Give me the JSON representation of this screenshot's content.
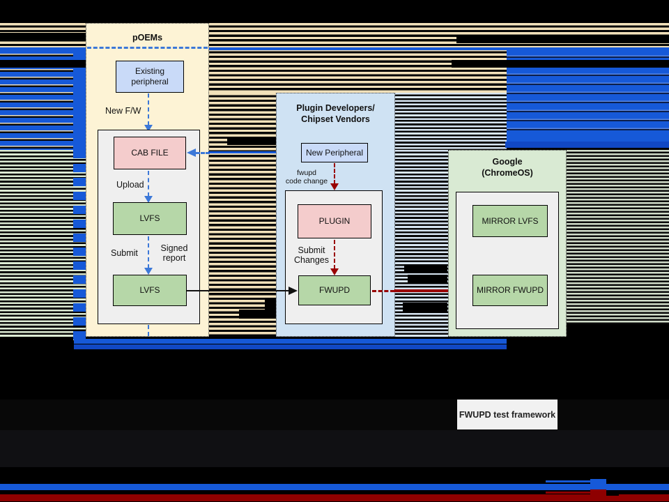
{
  "colors": {
    "background": "#000000",
    "glitch_blue": "#1659d8",
    "arrow_blue": "#3c78d8",
    "arrow_red": "#990000",
    "bottom_red_bar": "#8e0000",
    "lane_poems_fill": "#fdf3d5",
    "lane_plugin_fill": "#cfe2f3",
    "lane_google_fill": "#d9ead3",
    "node_green": "#b6d7a8",
    "node_pink": "#f4cccc",
    "node_blue": "#c9daf8",
    "inner_container": "#efefef"
  },
  "lanes": {
    "poems": {
      "title": "pOEMs",
      "existing_peripheral": "Existing\nperipheral",
      "cab_file": "CAB FILE",
      "lvfs_upper": "LVFS",
      "lvfs_lower": "LVFS",
      "labels": {
        "new_fw": "New F/W",
        "upload": "Upload",
        "submit": "Submit",
        "signed_report": "Signed\nreport"
      }
    },
    "plugin": {
      "title": "Plugin Developers/\nChipset Vendors",
      "new_peripheral": "New Peripheral",
      "plugin_box": "PLUGIN",
      "fwupd_box": "FWUPD",
      "labels": {
        "fwupd_code_change": "fwupd\ncode change",
        "submit_changes": "Submit\nChanges"
      }
    },
    "google": {
      "title": "Google\n(ChromeOS)",
      "mirror_lvfs": "MIRROR LVFS",
      "mirror_fwupd": "MIRROR FWUPD"
    }
  },
  "footer": {
    "test_framework": "FWUPD test framework"
  }
}
